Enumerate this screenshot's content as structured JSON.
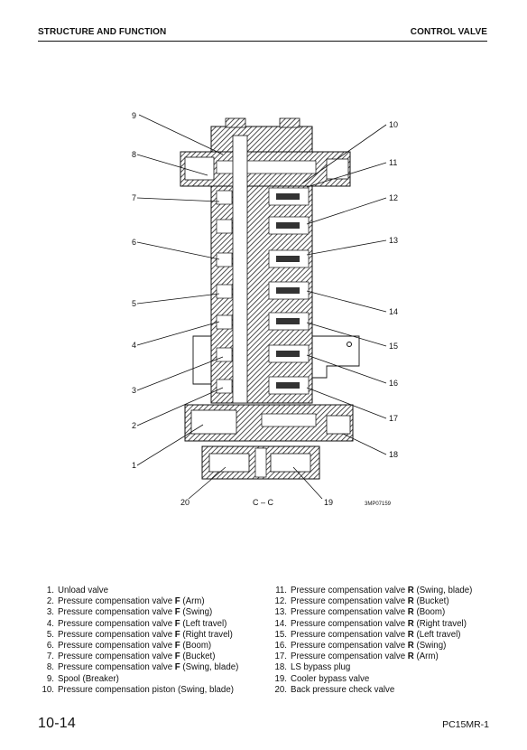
{
  "header": {
    "section": "STRUCTURE AND FUNCTION",
    "topic": "CONTROL VALVE"
  },
  "figure": {
    "callouts": [
      "9",
      "8",
      "7",
      "6",
      "5",
      "4",
      "3",
      "2",
      "1",
      "10",
      "11",
      "12",
      "13",
      "14",
      "15",
      "16",
      "17",
      "18",
      "20",
      "19"
    ],
    "section_label": "C – C",
    "figure_code": "3MP07159"
  },
  "legend": {
    "col1": [
      {
        "num": "1.",
        "pre": "Unload valve",
        "bold": "",
        "post": ""
      },
      {
        "num": "2.",
        "pre": "Pressure compensation valve ",
        "bold": "F",
        "post": " (Arm)"
      },
      {
        "num": "3.",
        "pre": "Pressure compensation valve ",
        "bold": "F",
        "post": " (Swing)"
      },
      {
        "num": "4.",
        "pre": "Pressure compensation valve ",
        "bold": "F",
        "post": " (Left travel)"
      },
      {
        "num": "5.",
        "pre": "Pressure compensation valve ",
        "bold": "F",
        "post": " (Right travel)"
      },
      {
        "num": "6.",
        "pre": "Pressure compensation valve ",
        "bold": "F",
        "post": " (Boom)"
      },
      {
        "num": "7.",
        "pre": "Pressure compensation valve ",
        "bold": "F",
        "post": " (Bucket)"
      },
      {
        "num": "8.",
        "pre": "Pressure compensation valve ",
        "bold": "F",
        "post": " (Swing, blade)"
      },
      {
        "num": "9.",
        "pre": "Spool (Breaker)",
        "bold": "",
        "post": ""
      },
      {
        "num": "10.",
        "pre": "Pressure compensation piston (Swing, blade)",
        "bold": "",
        "post": ""
      }
    ],
    "col2": [
      {
        "num": "11.",
        "pre": "Pressure compensation valve ",
        "bold": "R",
        "post": " (Swing, blade)"
      },
      {
        "num": "12.",
        "pre": "Pressure compensation valve ",
        "bold": "R",
        "post": " (Bucket)"
      },
      {
        "num": "13.",
        "pre": "Pressure compensation valve ",
        "bold": "R",
        "post": " (Boom)"
      },
      {
        "num": "14.",
        "pre": "Pressure compensation valve ",
        "bold": "R",
        "post": " (Right travel)"
      },
      {
        "num": "15.",
        "pre": "Pressure compensation valve ",
        "bold": "R",
        "post": " (Left travel)"
      },
      {
        "num": "16.",
        "pre": "Pressure compensation valve ",
        "bold": "R",
        "post": " (Swing)"
      },
      {
        "num": "17.",
        "pre": "Pressure compensation valve ",
        "bold": "R",
        "post": " (Arm)"
      },
      {
        "num": "18.",
        "pre": "LS bypass plug",
        "bold": "",
        "post": ""
      },
      {
        "num": "19.",
        "pre": "Cooler bypass valve",
        "bold": "",
        "post": ""
      },
      {
        "num": "20.",
        "pre": "Back pressure check valve",
        "bold": "",
        "post": ""
      }
    ]
  },
  "footer": {
    "page": "10-14",
    "model": "PC15MR-1"
  }
}
